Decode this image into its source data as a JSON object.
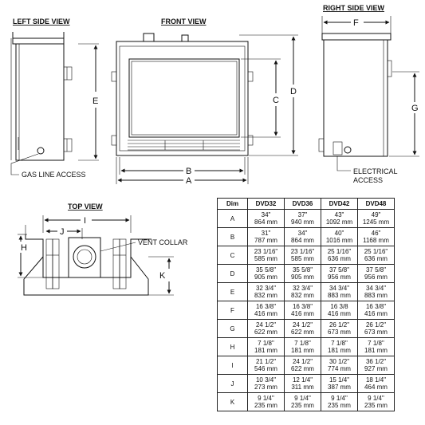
{
  "views": {
    "left": "LEFT SIDE VIEW",
    "front": "FRONT VIEW",
    "right": "RIGHT SIDE VIEW",
    "top": "TOP VIEW"
  },
  "dim_letters": [
    "A",
    "B",
    "C",
    "D",
    "E",
    "F",
    "G",
    "H",
    "I",
    "J",
    "K"
  ],
  "notes": {
    "gas": "GAS LINE ACCESS",
    "electrical_1": "ELECTRICAL",
    "electrical_2": "ACCESS",
    "vent": "VENT COLLAR"
  },
  "table": {
    "headers": [
      "Dim",
      "DVD32",
      "DVD36",
      "DVD42",
      "DVD48"
    ],
    "rows": [
      {
        "dim": "A",
        "v": [
          [
            "34\"",
            "864 mm"
          ],
          [
            "37\"",
            "940 mm"
          ],
          [
            "43\"",
            "1092 mm"
          ],
          [
            "49\"",
            "1245 mm"
          ]
        ]
      },
      {
        "dim": "B",
        "v": [
          [
            "31\"",
            "787 mm"
          ],
          [
            "34\"",
            "864 mm"
          ],
          [
            "40\"",
            "1016 mm"
          ],
          [
            "46\"",
            "1168 mm"
          ]
        ]
      },
      {
        "dim": "C",
        "v": [
          [
            "23 1/16\"",
            "585 mm"
          ],
          [
            "23 1/16\"",
            "585 mm"
          ],
          [
            "25 1/16\"",
            "636 mm"
          ],
          [
            "25 1/16\"",
            "636 mm"
          ]
        ]
      },
      {
        "dim": "D",
        "v": [
          [
            "35 5/8\"",
            "905 mm"
          ],
          [
            "35 5/8\"",
            "905 mm"
          ],
          [
            "37 5/8\"",
            "956 mm"
          ],
          [
            "37 5/8\"",
            "956 mm"
          ]
        ]
      },
      {
        "dim": "E",
        "v": [
          [
            "32 3/4\"",
            "832 mm"
          ],
          [
            "32 3/4\"",
            "832 mm"
          ],
          [
            "34 3/4\"",
            "883 mm"
          ],
          [
            "34 3/4\"",
            "883 mm"
          ]
        ]
      },
      {
        "dim": "F",
        "v": [
          [
            "16 3/8\"",
            "416 mm"
          ],
          [
            "16 3/8\"",
            "416 mm"
          ],
          [
            "16 3/8",
            "416 mm"
          ],
          [
            "16 3/8\"",
            "416 mm"
          ]
        ]
      },
      {
        "dim": "G",
        "v": [
          [
            "24 1/2\"",
            "622 mm"
          ],
          [
            "24 1/2\"",
            "622 mm"
          ],
          [
            "26 1/2\"",
            "673 mm"
          ],
          [
            "26 1/2\"",
            "673 mm"
          ]
        ]
      },
      {
        "dim": "H",
        "v": [
          [
            "7 1/8\"",
            "181 mm"
          ],
          [
            "7 1/8\"",
            "181 mm"
          ],
          [
            "7 1/8\"",
            "181 mm"
          ],
          [
            "7 1/8\"",
            "181 mm"
          ]
        ]
      },
      {
        "dim": "I",
        "v": [
          [
            "21 1/2\"",
            "546 mm"
          ],
          [
            "24 1/2\"",
            "622 mm"
          ],
          [
            "30 1/2\"",
            "774 mm"
          ],
          [
            "36 1/2\"",
            "927 mm"
          ]
        ]
      },
      {
        "dim": "J",
        "v": [
          [
            "10 3/4\"",
            "273 mm"
          ],
          [
            "12 1/4\"",
            "311 mm"
          ],
          [
            "15 1/4\"",
            "387 mm"
          ],
          [
            "18 1/4\"",
            "464 mm"
          ]
        ]
      },
      {
        "dim": "K",
        "v": [
          [
            "9 1/4\"",
            "235 mm"
          ],
          [
            "9 1/4\"",
            "235 mm"
          ],
          [
            "9 1/4\"",
            "235 mm"
          ],
          [
            "9 1/4\"",
            "235 mm"
          ]
        ]
      }
    ]
  }
}
